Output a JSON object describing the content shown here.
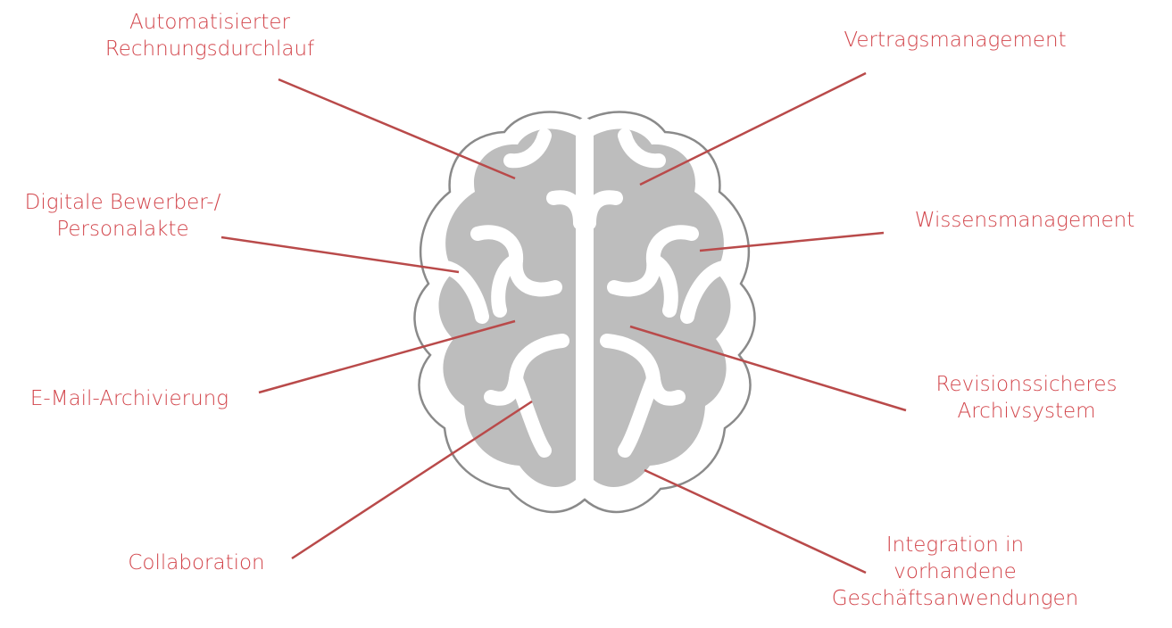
{
  "colors": {
    "accent": "#d2454b",
    "connector": "#b94a4a",
    "brain_fill": "#bdbdbd",
    "brain_outline": "#8a8a8a",
    "background": "#ffffff"
  },
  "brain": {
    "icon": "brain-icon"
  },
  "labels": {
    "rechnung": {
      "line1": "Automatisierter",
      "line2": "Rechnungsdurchlauf"
    },
    "vertrag": {
      "line1": "Vertragsmanagement"
    },
    "bewerber": {
      "line1": "Digitale Bewerber-/",
      "line2": "Personalakte"
    },
    "wissen": {
      "line1": "Wissensmanagement"
    },
    "email": {
      "line1": "E-Mail-Archivierung"
    },
    "revision": {
      "line1": "Revisionssicheres",
      "line2": "Archivsystem"
    },
    "collab": {
      "line1": "Collaboration"
    },
    "integration": {
      "line1": "Integration in",
      "line2": "vorhandene",
      "line3": "Geschäftsanwendungen"
    }
  }
}
